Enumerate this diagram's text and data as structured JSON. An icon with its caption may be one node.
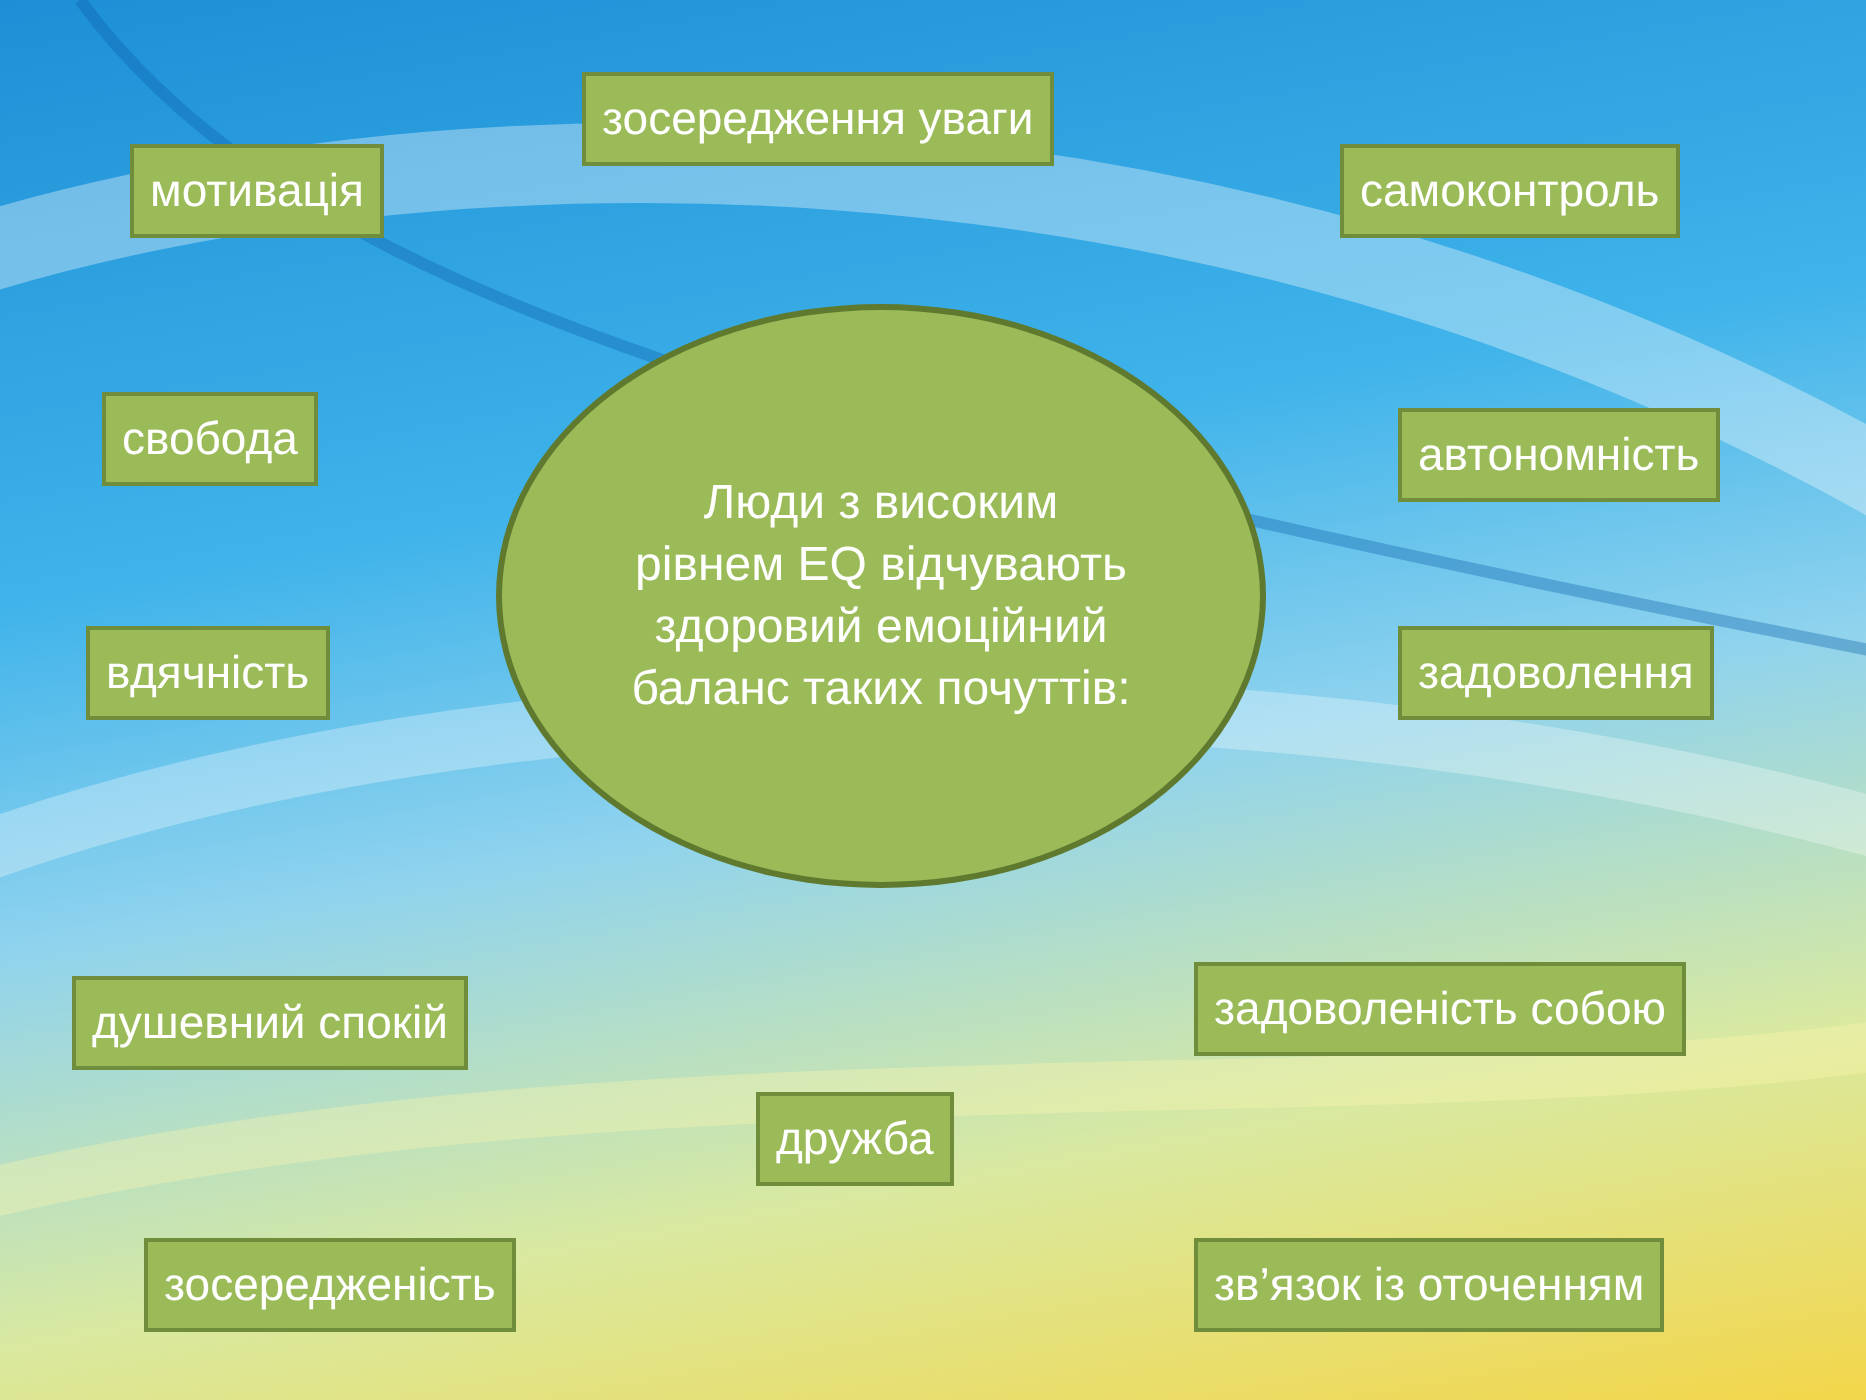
{
  "diagram": {
    "nodes": [
      {
        "text": [
          "Люди з високим рівнем EQ відчувають здоровий емоційний баланс таких почуттів:"
        ]
      },
      {
        "text": [
          "зосередження уваги"
        ]
      },
      {
        "text": [
          "мотивація"
        ]
      },
      {
        "text": [
          "самоконтроль"
        ]
      },
      {
        "text": [
          "свобода"
        ]
      },
      {
        "text": [
          "автономність"
        ]
      },
      {
        "text": [
          "вдячність"
        ]
      },
      {
        "text": [
          "задоволення"
        ]
      },
      {
        "text": [
          "душевний спокій"
        ]
      },
      {
        "text": [
          "задоволеність собою"
        ]
      },
      {
        "text": [
          "дружба"
        ]
      },
      {
        "text": [
          "зосередженість"
        ]
      },
      {
        "text": [
          "зв’язок із оточенням"
        ]
      }
    ]
  }
}
